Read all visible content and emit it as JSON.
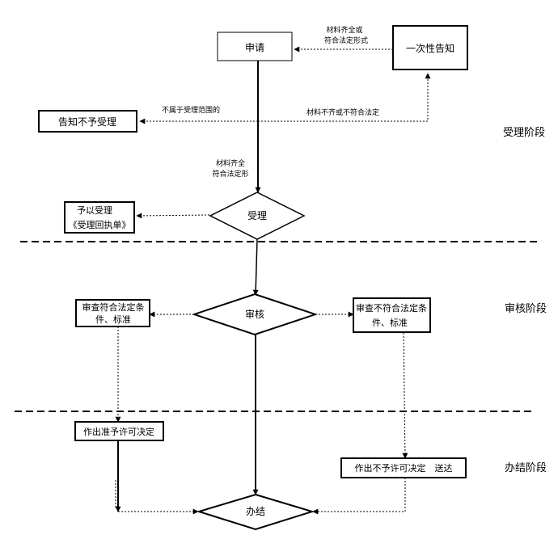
{
  "nodes": {
    "apply": "申请",
    "one_time_notice": "一次性告知",
    "notify_reject": "告知不予受理",
    "accept": "受理",
    "grant_accept_line1": "予以受理",
    "grant_accept_line2": "《受理回执单》",
    "review": "审核",
    "meets_line1": "审查符合法定条",
    "meets_line2": "件、标准",
    "not_meets_line1": "审查不符合法定条",
    "not_meets_line2": "件、标准",
    "approve_decision": "作出准予许可决定",
    "deny_decision": "作出不予许可决定　送达",
    "complete": "办结"
  },
  "edge_labels": {
    "complete_legal_line1": "材料齐全或",
    "complete_legal_line2": "符合法定形式",
    "out_of_scope": "不属于受理范围的",
    "incomplete_illegal": "材料不齐或不符合法定",
    "complete_form_line1": "材料齐全",
    "complete_form_line2": "符合法定形"
  },
  "stages": {
    "acceptance": "受理阶段",
    "review": "审核阶段",
    "completion": "办结阶段"
  }
}
